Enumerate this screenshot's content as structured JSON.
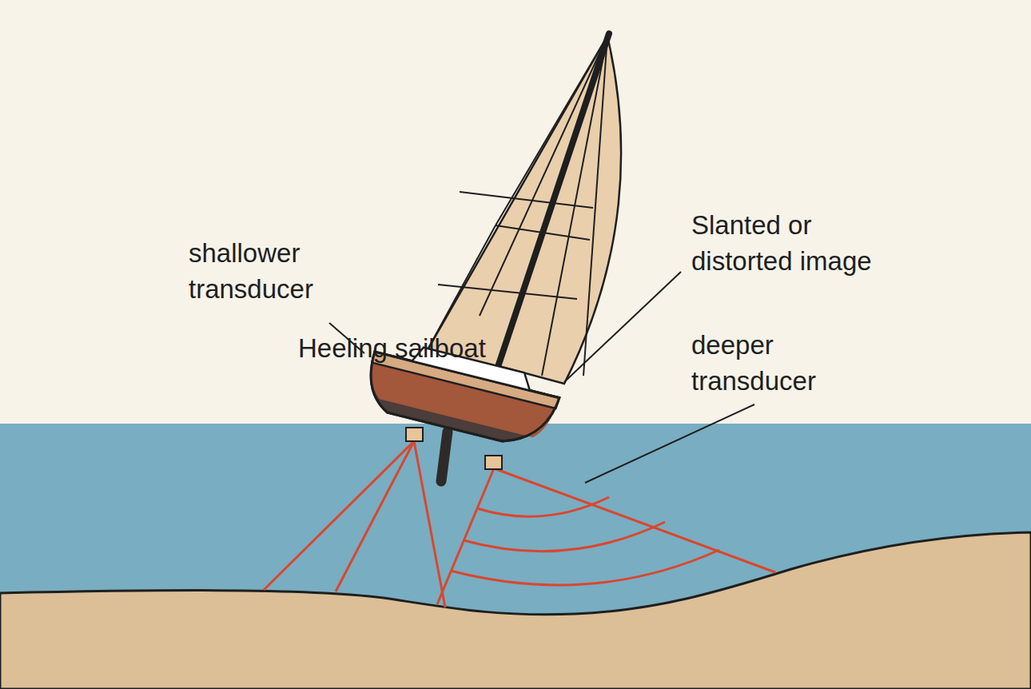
{
  "diagram": {
    "labels": [
      "Heeling sailboat",
      "shallower transducer",
      "Slanted or distorted image",
      "deeper transducer"
    ]
  }
}
